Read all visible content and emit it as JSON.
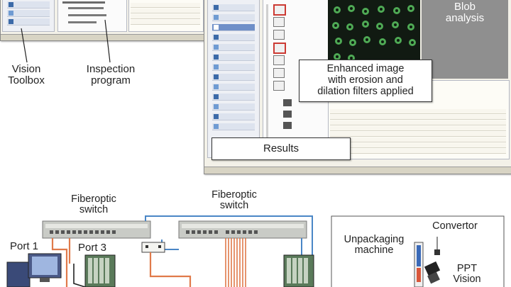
{
  "screenshot_labels": {
    "vision_toolbox": [
      "Vision",
      "Toolbox"
    ],
    "inspection_program": [
      "Inspection",
      "program"
    ],
    "blob_analysis": [
      "Blob",
      "analysis"
    ],
    "enhanced_image": [
      "Enhanced image",
      "with erosion and",
      "dilation filters applied"
    ],
    "results": "Results"
  },
  "network_labels": {
    "switch_left": [
      "Fiberoptic",
      "switch"
    ],
    "switch_right": [
      "Fiberoptic",
      "switch"
    ],
    "port1": "Port 1",
    "port3": "Port 3",
    "unpackaging": [
      "Unpackaging",
      "machine"
    ],
    "convertor": "Convertor",
    "ppt_vision": [
      "PPT",
      "Vision"
    ]
  },
  "colors": {
    "window_bg": "#f3f1e8",
    "toolbox_blue": "#3c6aa8",
    "blob_green": "#4faa55",
    "cable_orange": "#e07a4a",
    "cable_blue": "#4a86c6",
    "switch_gray": "#c9cbc6",
    "plc_green": "#5a7a5a"
  }
}
